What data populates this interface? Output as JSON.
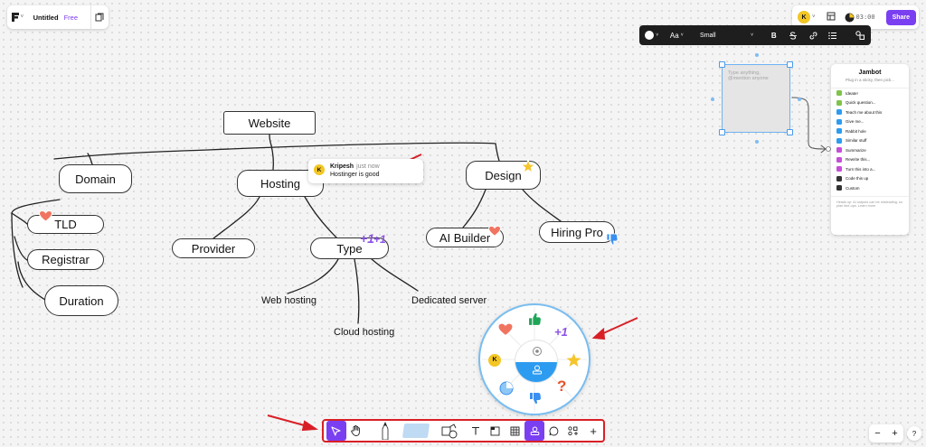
{
  "app": {
    "file_title": "Untitled",
    "plan": "Free",
    "logo_chevron": "˅"
  },
  "header_right": {
    "avatar_initial": "K",
    "timer": "03:00",
    "share_label": "Share"
  },
  "text_toolbar": {
    "font_icon": "Aa",
    "size_value": "Small",
    "bold_label": "B"
  },
  "sticky": {
    "placeholder": "Type anything, @mention anyone"
  },
  "jambot": {
    "title": "Jambot",
    "subtitle": "Plug in a sticky, then pick...",
    "items": [
      {
        "label": "Ideate!",
        "color": "#7fc34a"
      },
      {
        "label": "Quick question...",
        "color": "#7fc34a"
      },
      {
        "label": "Teach me about this",
        "color": "#2d9cf0"
      },
      {
        "label": "Give me...",
        "color": "#2d9cf0"
      },
      {
        "label": "Rabbit hole",
        "color": "#2d9cf0"
      },
      {
        "label": "Similar stuff",
        "color": "#2d9cf0"
      },
      {
        "label": "Summarize",
        "color": "#c44fd6"
      },
      {
        "label": "Rewrite this...",
        "color": "#c44fd6"
      },
      {
        "label": "Turn this into a...",
        "color": "#c44fd6"
      },
      {
        "label": "Code this up",
        "color": "#333333"
      },
      {
        "label": "Custom",
        "color": "#333333"
      }
    ],
    "footer": "Heads up: AI outputs can be misleading, so plan fact-ups. Learn more"
  },
  "mindmap": {
    "root": "Website",
    "domain": "Domain",
    "tld": "TLD",
    "registrar": "Registrar",
    "duration": "Duration",
    "hosting": "Hosting",
    "provider": "Provider",
    "type": "Type",
    "web_hosting": "Web hosting",
    "cloud_hosting": "Cloud hosting",
    "dedicated_server": "Dedicated server",
    "design": "Design",
    "ai_builder": "AI Builder",
    "hiring_pro": "Hiring Pro",
    "plus_one": "+1"
  },
  "comment": {
    "author": "Kripesh",
    "time": "just now",
    "text": "Hostinger is good",
    "avatar_initial": "K"
  },
  "radial_menu": {
    "avatar_initial": "K",
    "plus_one": "+1"
  },
  "colors": {
    "accent": "#7b3ff2",
    "annotation_red": "#d91f26",
    "selection_blue": "#4a9ae8"
  },
  "zoom": {
    "minus": "−",
    "plus": "+",
    "help": "?"
  }
}
